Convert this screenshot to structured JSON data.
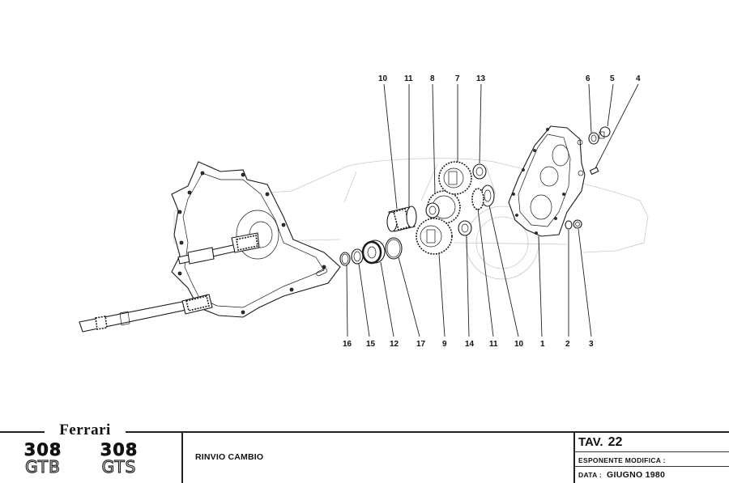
{
  "diagram": {
    "title": "RINVIO CAMBIO",
    "callouts_top": [
      {
        "id": "callout-10-top",
        "label": "10"
      },
      {
        "id": "callout-11-top",
        "label": "11"
      },
      {
        "id": "callout-8",
        "label": "8"
      },
      {
        "id": "callout-7",
        "label": "7"
      },
      {
        "id": "callout-13",
        "label": "13"
      },
      {
        "id": "callout-6",
        "label": "6"
      },
      {
        "id": "callout-5",
        "label": "5"
      },
      {
        "id": "callout-4",
        "label": "4"
      }
    ],
    "callouts_bottom": [
      {
        "id": "callout-16",
        "label": "16"
      },
      {
        "id": "callout-15",
        "label": "15"
      },
      {
        "id": "callout-12",
        "label": "12"
      },
      {
        "id": "callout-17",
        "label": "17"
      },
      {
        "id": "callout-9",
        "label": "9"
      },
      {
        "id": "callout-14",
        "label": "14"
      },
      {
        "id": "callout-11-bottom",
        "label": "11"
      },
      {
        "id": "callout-10-bottom",
        "label": "10"
      },
      {
        "id": "callout-1",
        "label": "1"
      },
      {
        "id": "callout-2",
        "label": "2"
      },
      {
        "id": "callout-3",
        "label": "3"
      }
    ]
  },
  "title_block": {
    "brand": "Ferrari",
    "models": [
      {
        "number": "308",
        "variant": "GTB"
      },
      {
        "number": "308",
        "variant": "GTS"
      }
    ],
    "description": "RINVIO CAMBIO",
    "tav_label": "TAV.",
    "tav_number": "22",
    "esponente_label": "ESPONENTE  MODIFICA :",
    "esponente_value": "",
    "data_label": "DATA :",
    "data_value": "GIUGNO  1980"
  }
}
